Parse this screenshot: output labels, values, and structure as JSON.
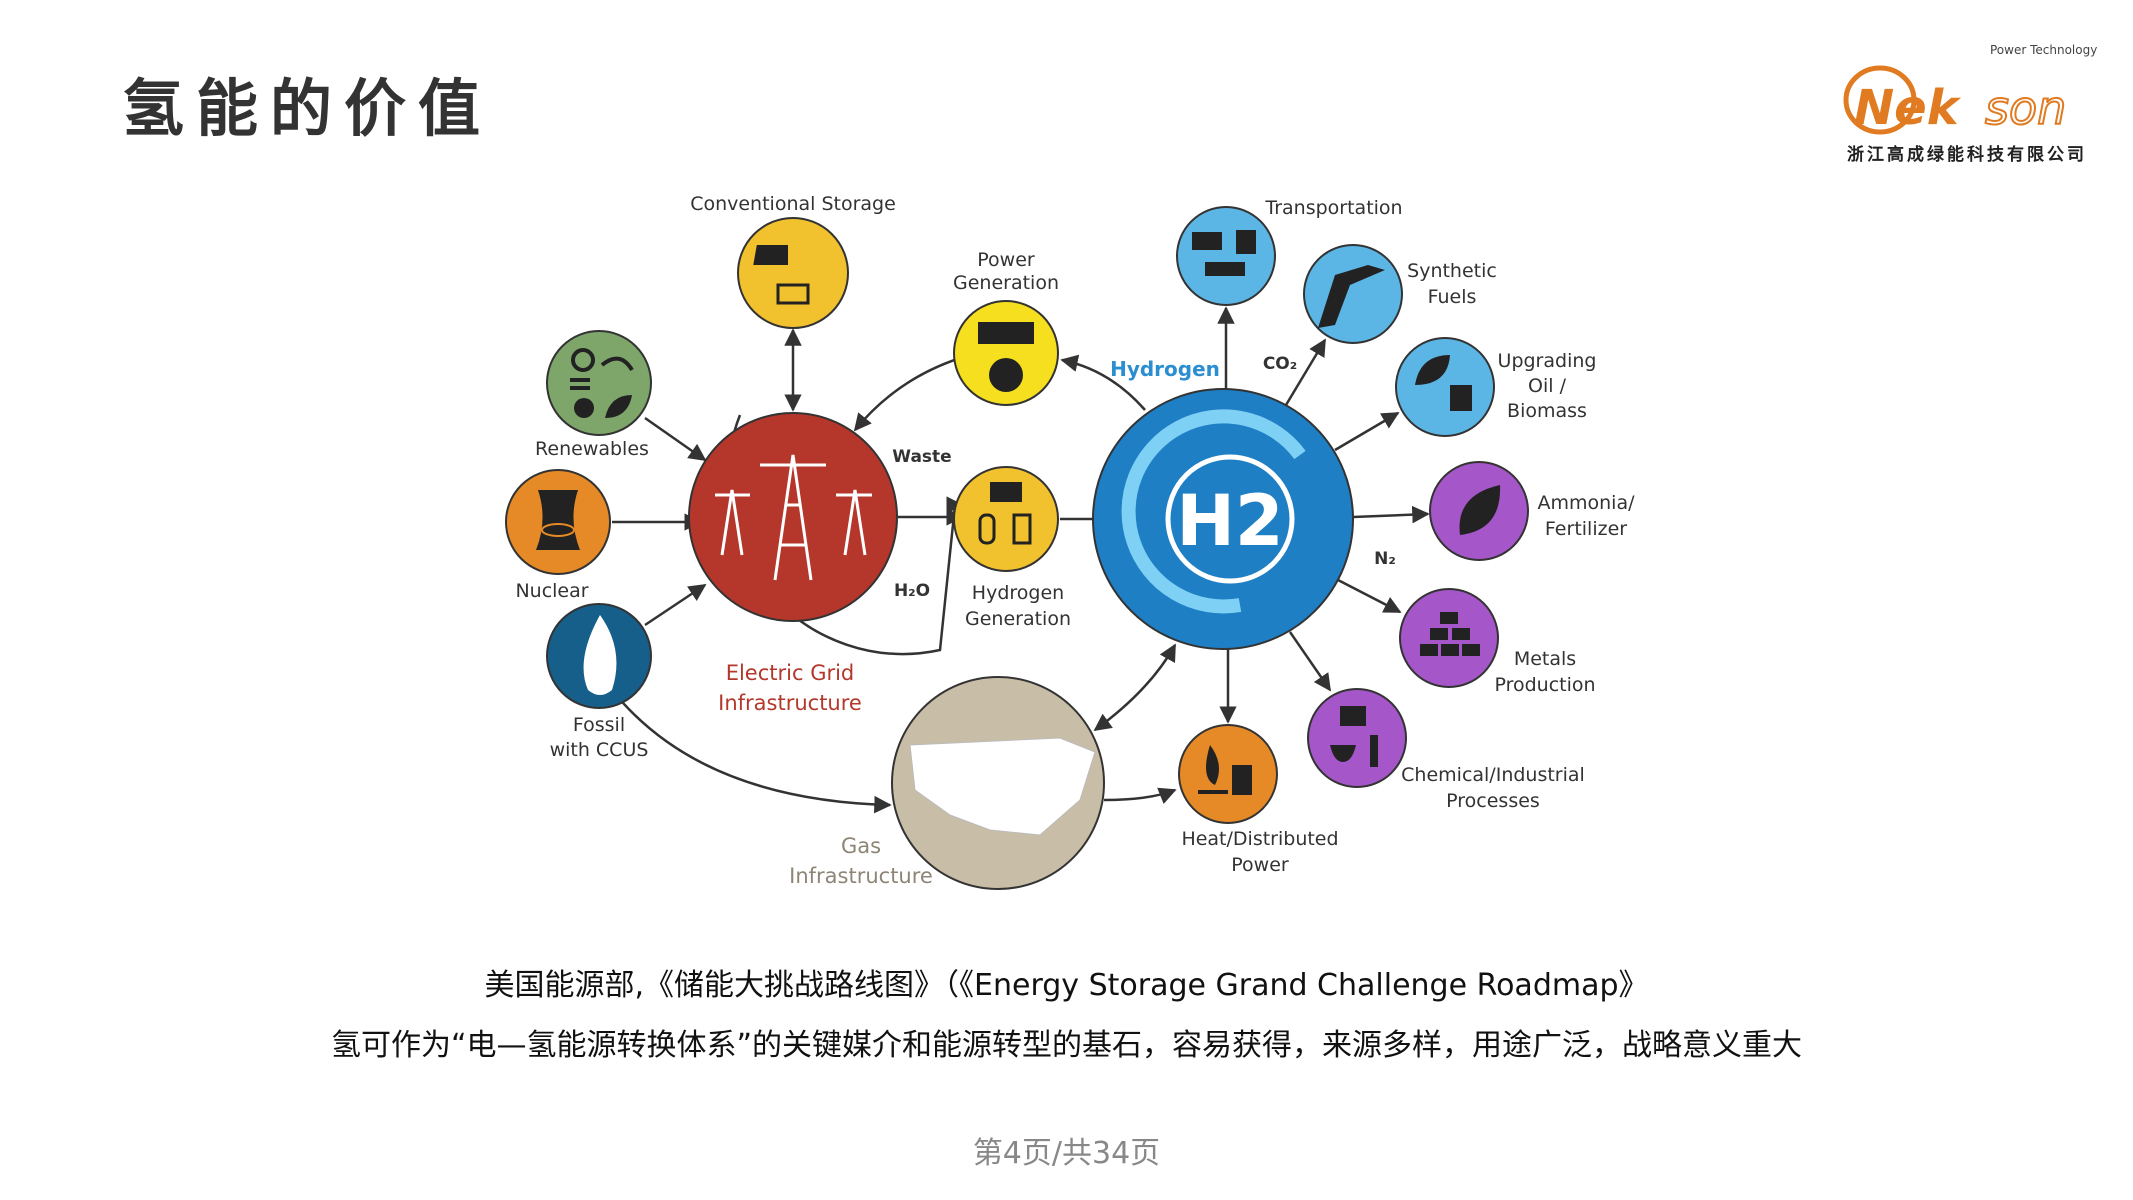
{
  "header": {
    "title": "氢能的价值"
  },
  "logo": {
    "brand": "Nekson",
    "tagline": "Power Technology",
    "company": "浙江高成绿能科技有限公司"
  },
  "diagram": {
    "center_label": "Hydrogen",
    "h2_symbol": "H2",
    "electric_grid": [
      "Electric Grid",
      "Infrastructure"
    ],
    "gas": [
      "Gas",
      "Infrastructure"
    ],
    "conventional_storage": [
      "Conventional Storage"
    ],
    "renewables": [
      "Renewables"
    ],
    "nuclear": [
      "Nuclear"
    ],
    "fossil": [
      "Fossil",
      "with CCUS"
    ],
    "power_generation": [
      "Power",
      "Generation"
    ],
    "hydrogen_generation": [
      "Hydrogen",
      "Generation"
    ],
    "waste": "Waste",
    "h2o": "H₂O",
    "co2": "CO₂",
    "n2": "N₂",
    "transportation": [
      "Transportation"
    ],
    "synthetic_fuels": [
      "Synthetic",
      "Fuels"
    ],
    "upgrading": [
      "Upgrading",
      "Oil /",
      "Biomass"
    ],
    "ammonia": [
      "Ammonia/",
      "Fertilizer"
    ],
    "metals": [
      "Metals",
      "Production"
    ],
    "chemical": [
      "Chemical/Industrial",
      "Processes"
    ],
    "heat": [
      "Heat/Distributed",
      "Power"
    ],
    "colors": {
      "grid": "#b5372b",
      "hydrogen": "#1f7fc4",
      "gas": "#c8bda6",
      "yellow": "#f2c12e",
      "green": "#7ea66a",
      "orange": "#e58a26",
      "navy": "#155f8a",
      "lightblue": "#5bb6e6",
      "purple": "#a556c8"
    }
  },
  "caption": {
    "line1": "美国能源部,《储能大挑战路线图》（《Energy Storage Grand Challenge Roadmap》",
    "line2": "氢可作为“电—氢能源转换体系”的关键媒介和能源转型的基石，容易获得，来源多样，用途广泛，战略意义重大"
  },
  "footer": {
    "page": "第4页/共34页"
  }
}
